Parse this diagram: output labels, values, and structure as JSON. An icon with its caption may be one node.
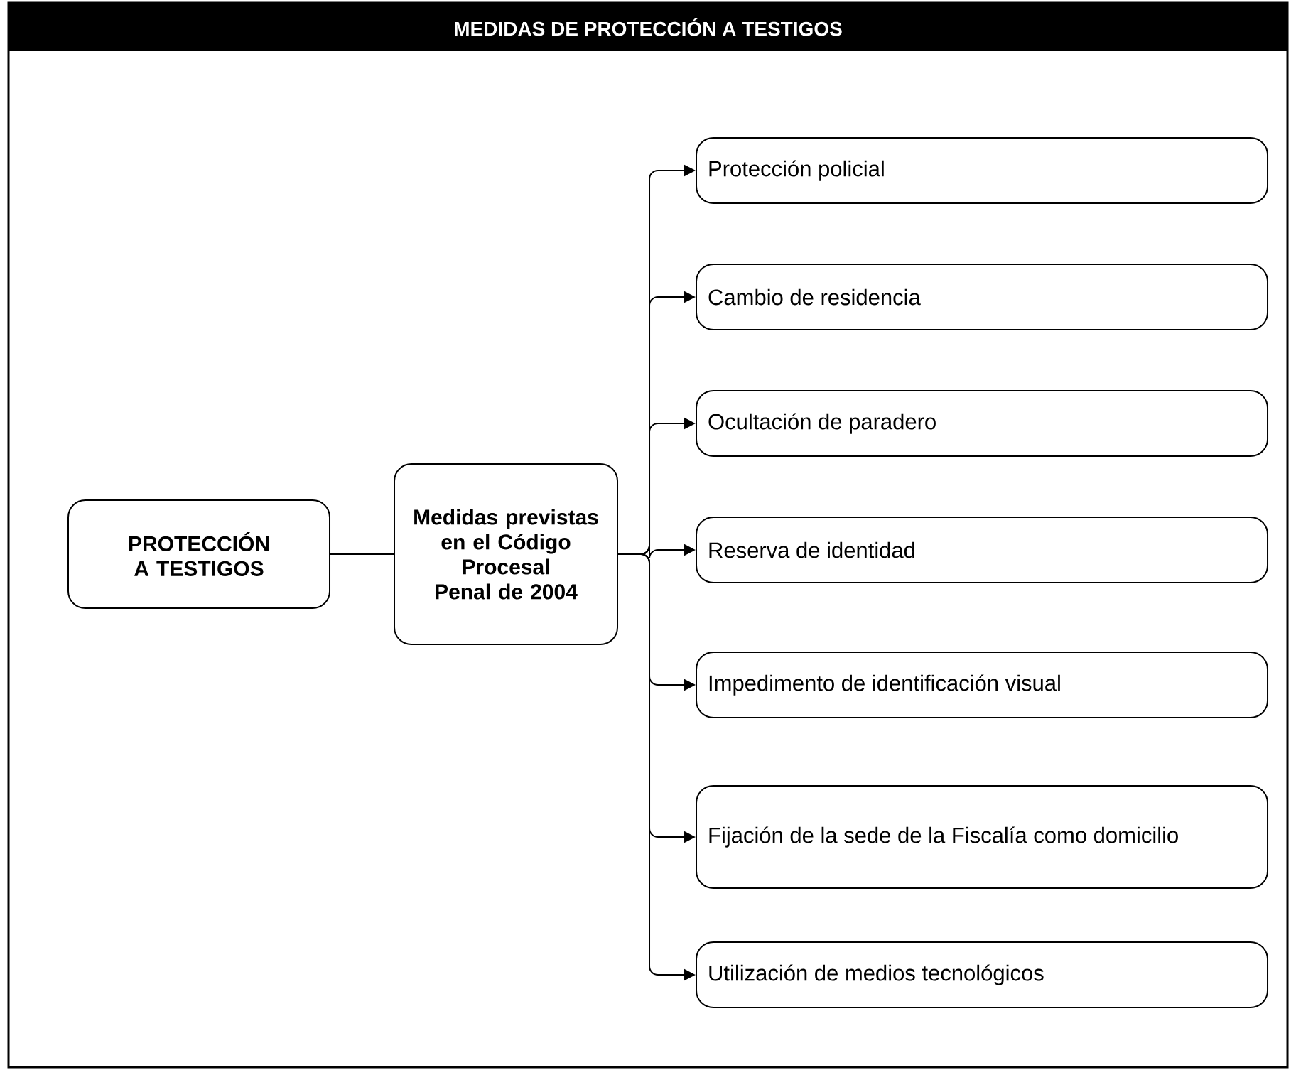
{
  "diagram": {
    "title": "MEDIDAS DE PROTECCIÓN A TESTIGOS",
    "nodes": [
      {
        "text": [
          "PROTECCIÓN A TESTIGOS"
        ]
      },
      {
        "text": [
          "Medidas previstas en el Código Procesal Penal de 2004"
        ]
      },
      {
        "text": [
          "Protección policial"
        ]
      },
      {
        "text": [
          "Cambio de residencia"
        ]
      },
      {
        "text": [
          "Ocultación de paradero"
        ]
      },
      {
        "text": [
          "Reserva de identidad"
        ]
      },
      {
        "text": [
          "Impedimento de identificación visual"
        ]
      },
      {
        "text": [
          "Fijación de la sede de la Fiscalía como domicilio"
        ]
      },
      {
        "text": [
          "Utilización de medios tecnológicos"
        ]
      }
    ],
    "edges": [
      {
        "from": 0,
        "to": 1,
        "arrow": "none"
      },
      {
        "from": 1,
        "to": 2,
        "arrow": "to"
      },
      {
        "from": 1,
        "to": 3,
        "arrow": "to"
      },
      {
        "from": 1,
        "to": 4,
        "arrow": "to"
      },
      {
        "from": 1,
        "to": 5,
        "arrow": "to"
      },
      {
        "from": 1,
        "to": 6,
        "arrow": "to"
      },
      {
        "from": 1,
        "to": 7,
        "arrow": "to"
      },
      {
        "from": 1,
        "to": 8,
        "arrow": "to"
      }
    ]
  }
}
